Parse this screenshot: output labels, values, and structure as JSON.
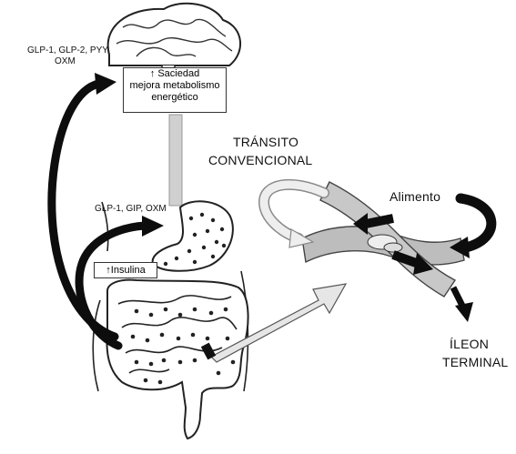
{
  "labels": {
    "brain_hormones": "GLP-1, GLP-2, PYY,",
    "brain_hormones_2": "OXM",
    "satiety_line1": "↑ Saciedad",
    "satiety_line2": "mejora metabolismo",
    "satiety_line3": "energético",
    "gut_hormones": "GLP-1, GIP, OXM",
    "insulin": "↑Insulina",
    "transit_line1": "TRÁNSITO",
    "transit_line2": "CONVENCIONAL",
    "food": "Alimento",
    "ileum_line1": "ÍLEON",
    "ileum_line2": "TERMINAL"
  },
  "colors": {
    "ink": "#111111",
    "arrow_black": "#0d0d0d",
    "arrow_gray": "#d8d8d8",
    "tube_gray": "#b9b9b9"
  }
}
